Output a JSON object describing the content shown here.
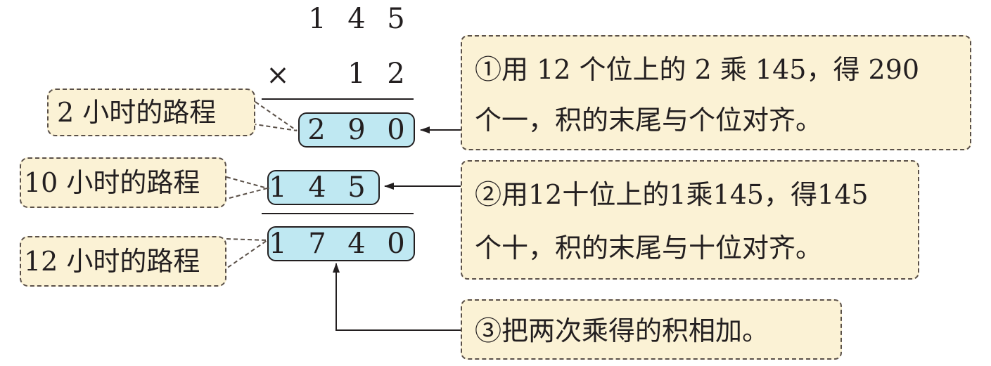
{
  "multiplicand": [
    "1",
    "4",
    "5"
  ],
  "operator": "×",
  "multiplier": [
    "1",
    "2"
  ],
  "partial1": [
    "2",
    "9",
    "0"
  ],
  "partial2": [
    "1",
    "4",
    "5"
  ],
  "total": [
    "1",
    "7",
    "4",
    "0"
  ],
  "labels": {
    "two_hours": "2 小时的路程",
    "ten_hours": "10 小时的路程",
    "twelve_hours": "12 小时的路程"
  },
  "notes": {
    "step1": [
      "①用 12 个位上的 2 乘 145，得 290",
      "个一，积的末尾与个位对齐。"
    ],
    "step2": [
      "②用12十位上的1乘145，得145",
      "个十，积的末尾与十位对齐。"
    ],
    "step3": "③把两次乘得的积相加。"
  },
  "colors": {
    "number_box_fill": "#bfe8f2",
    "note_fill": "#fbf2d5",
    "ink": "#231f20"
  }
}
